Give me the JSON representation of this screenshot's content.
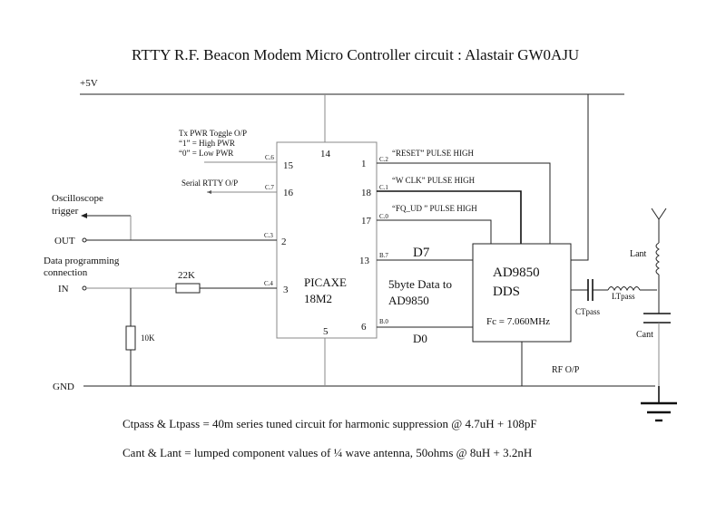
{
  "title": "RTTY R.F. Beacon Modem Micro Controller circuit  : Alastair GW0AJU",
  "rails": {
    "supply_label": "+5V",
    "ground_label": "GND"
  },
  "picaxe": {
    "name_line1": "PICAXE",
    "name_line2": "18M2",
    "pins": {
      "p14": "14",
      "p15": "15",
      "p16": "16",
      "p2": "2",
      "p3": "3",
      "p5": "5",
      "p1": "1",
      "p18": "18",
      "p17": "17",
      "p13": "13",
      "p6": "6"
    },
    "port_labels": {
      "c6": "C.6",
      "c7": "C.7",
      "c3": "C.3",
      "c4": "C.4",
      "c2": "C.2",
      "c1": "C.1",
      "c0": "C.0",
      "b7": "B.7",
      "b0": "B.0"
    }
  },
  "left_side": {
    "tx_pwr": [
      "Tx PWR Toggle O/P",
      "“1” = High PWR",
      "“0” = Low PWR"
    ],
    "serial_rtty": "Serial RTTY O/P",
    "scope_trigger": [
      "Oscilloscope",
      "trigger"
    ],
    "out_label": "OUT",
    "data_prog": [
      "Data programming",
      "connection"
    ],
    "in_label": "IN",
    "r_series": "22K",
    "r_pulldown": "10K"
  },
  "signals": {
    "reset": "“RESET” PULSE HIGH",
    "wclk": "“W  CLK” PULSE HIGH",
    "fqud": "“FQ_UD ” PULSE HIGH",
    "d7": "D7",
    "d0": "D0",
    "data_desc": [
      "5byte Data to",
      "AD9850"
    ]
  },
  "dds": {
    "name_line1": "AD9850",
    "name_line2": "DDS",
    "freq": "Fc = 7.060MHz"
  },
  "rf": {
    "ctpass": "CTpass",
    "ltpass": "LTpass",
    "lant": "Lant",
    "cant": "Cant",
    "rf_out": "RF O/P"
  },
  "notes": [
    "Ctpass & Ltpass = 40m series tuned circuit for harmonic suppression @ 4.7uH + 108pF",
    "Cant & Lant = lumped component values of ¼ wave antenna, 50ohms  @ 8uH + 3.2nH"
  ]
}
